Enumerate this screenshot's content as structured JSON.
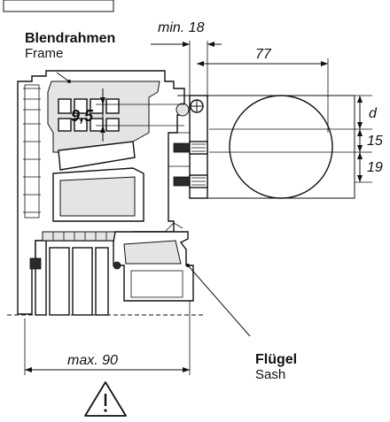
{
  "labels": {
    "frame_de": "Blendrahmen",
    "frame_en": "Frame",
    "sash_de": "Flügel",
    "sash_en": "Sash"
  },
  "dimensions": {
    "min_offset": "min. 18",
    "width": "77",
    "inner": "9,5",
    "d": "d",
    "h15": "15",
    "h19": "19",
    "max_depth": "max. 90"
  },
  "icons": {
    "warning": "warning-triangle-icon"
  },
  "colors": {
    "line": "#111111",
    "fill": "#e4e4e4",
    "background": "#ffffff"
  }
}
